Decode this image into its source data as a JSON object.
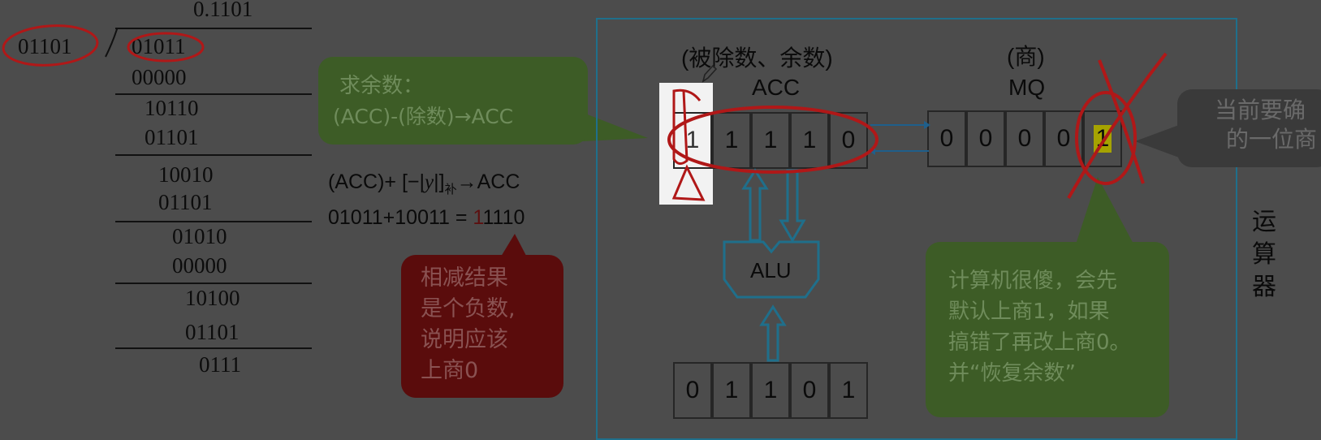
{
  "division": {
    "quotient": "0.1101",
    "divisor": "01101",
    "dividend": "01011",
    "rows": [
      "00000",
      "10110",
      "01101",
      "10010",
      "01101",
      "01010",
      "00000",
      "10100",
      "01101",
      "0111"
    ]
  },
  "green_note": {
    "line1": "求余数：",
    "line2": "(ACC)-(除数)→ACC"
  },
  "calc": {
    "line1_prefix": "(ACC)+ [−|",
    "line1_y": "y",
    "line1_mid": "|]",
    "line1_sub": "补",
    "line1_suffix": "→ACC",
    "line2_prefix": "01011+10011 = ",
    "line2_highlight": "1",
    "line2_suffix": "1110"
  },
  "red_note": {
    "lines": [
      "相减结果",
      "是个负数,",
      "说明应该",
      "上商0"
    ]
  },
  "acc": {
    "caption": "(被除数、余数)",
    "name": "ACC",
    "bits": [
      "1",
      "1",
      "1",
      "1",
      "0"
    ]
  },
  "mq": {
    "caption": "(商)",
    "name": "MQ",
    "bits": [
      "0",
      "0",
      "0",
      "0",
      "1"
    ]
  },
  "alu": {
    "label": "ALU"
  },
  "divisor_register": {
    "bits": [
      "0",
      "1",
      "1",
      "0",
      "1"
    ]
  },
  "unit_label": [
    "运",
    "算",
    "器"
  ],
  "gray_note": {
    "line1": "当前要确",
    "line2": "的一位商"
  },
  "green_note2": {
    "lines": [
      "计算机很傻，会先",
      "默认上商1，如果",
      "搞错了再改上商0。",
      "并“恢复余数”"
    ]
  },
  "colors": {
    "background": "#4c4c4c",
    "green_bubble": "#3d5c26",
    "red_bubble": "#5a0c0c",
    "gray_bubble": "#3a3a3a",
    "frame": "#1f6f8b",
    "annotation": "#b01818",
    "highlight": "#c8c400"
  }
}
